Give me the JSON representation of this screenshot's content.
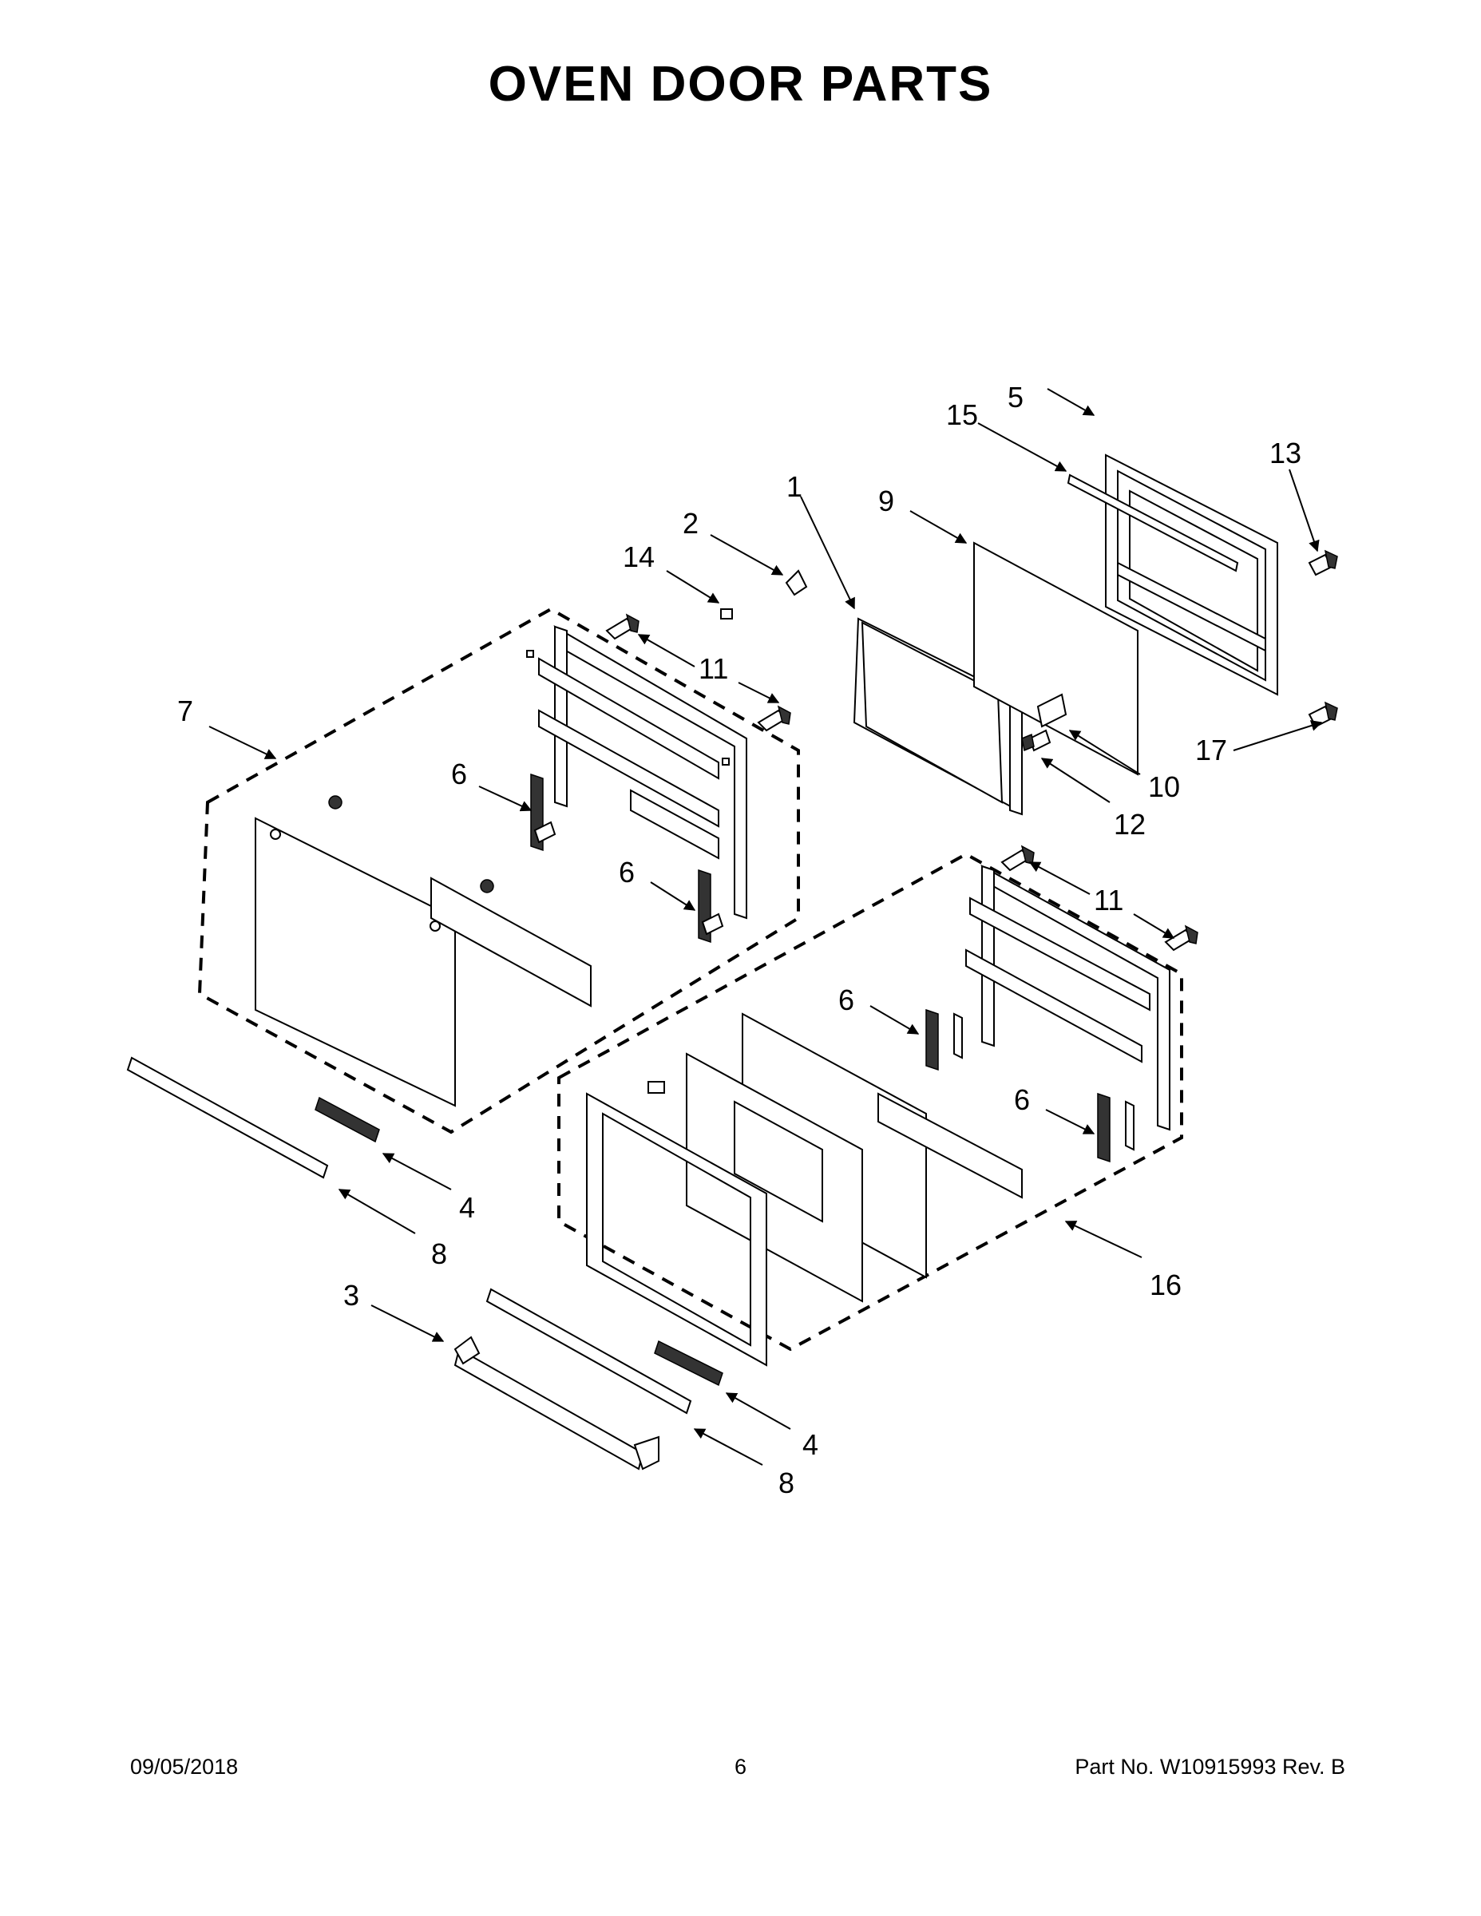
{
  "title": "OVEN DOOR PARTS",
  "footer": {
    "date": "09/05/2018",
    "page": "6",
    "part_number": "Part No.  W10915993  Rev.  B"
  },
  "callouts": {
    "c1": "1",
    "c2": "2",
    "c3": "3",
    "c4a": "4",
    "c4b": "4",
    "c5": "5",
    "c6a": "6",
    "c6b": "6",
    "c6c": "6",
    "c6d": "6",
    "c7": "7",
    "c8a": "8",
    "c8b": "8",
    "c9": "9",
    "c10": "10",
    "c11a": "11",
    "c11b": "11",
    "c12": "12",
    "c13": "13",
    "c14": "14",
    "c15": "15",
    "c16": "16",
    "c17": "17"
  }
}
